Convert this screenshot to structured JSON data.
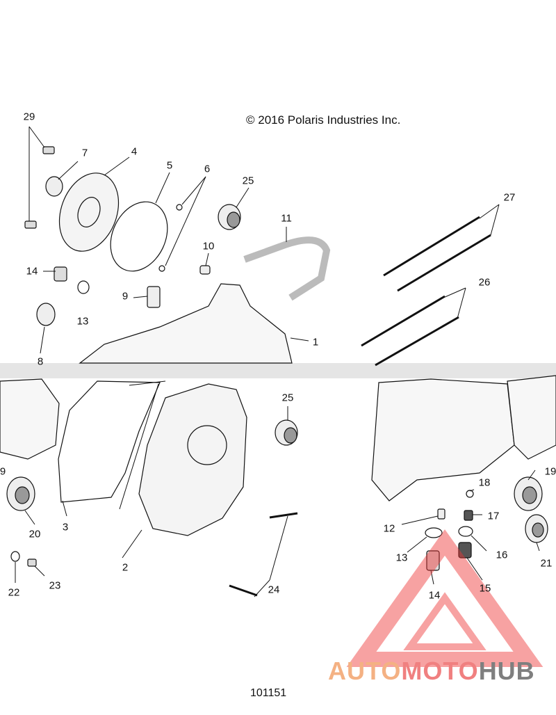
{
  "copyright": "© 2016 Polaris Industries Inc.",
  "figure_number": "101151",
  "callouts": [
    {
      "id": "c29",
      "label": "29"
    },
    {
      "id": "c7",
      "label": "7"
    },
    {
      "id": "c4",
      "label": "4"
    },
    {
      "id": "c5",
      "label": "5"
    },
    {
      "id": "c6",
      "label": "6"
    },
    {
      "id": "c25a",
      "label": "25"
    },
    {
      "id": "c11",
      "label": "11"
    },
    {
      "id": "c27",
      "label": "27"
    },
    {
      "id": "c10",
      "label": "10"
    },
    {
      "id": "c14a",
      "label": "14"
    },
    {
      "id": "c9",
      "label": "9"
    },
    {
      "id": "c13a",
      "label": "13"
    },
    {
      "id": "c26",
      "label": "26"
    },
    {
      "id": "c1",
      "label": "1"
    },
    {
      "id": "c8",
      "label": "8"
    },
    {
      "id": "c25b",
      "label": "25"
    },
    {
      "id": "c19a",
      "label": "9"
    },
    {
      "id": "c19b",
      "label": "19"
    },
    {
      "id": "c20",
      "label": "20"
    },
    {
      "id": "c3",
      "label": "3"
    },
    {
      "id": "c18",
      "label": "18"
    },
    {
      "id": "c17",
      "label": "17"
    },
    {
      "id": "c12",
      "label": "12"
    },
    {
      "id": "c16",
      "label": "16"
    },
    {
      "id": "c13b",
      "label": "13"
    },
    {
      "id": "c21",
      "label": "21"
    },
    {
      "id": "c2",
      "label": "2"
    },
    {
      "id": "c22",
      "label": "22"
    },
    {
      "id": "c23",
      "label": "23"
    },
    {
      "id": "c24",
      "label": "24"
    },
    {
      "id": "c14b",
      "label": "14"
    },
    {
      "id": "c15",
      "label": "15"
    }
  ],
  "watermark": {
    "part_a": "AUTO",
    "part_b": "MOTO",
    "part_c": "HUB",
    "colors": {
      "auto": "#f4b183",
      "moto": "#f08080",
      "hub": "#7f7f7f"
    }
  }
}
